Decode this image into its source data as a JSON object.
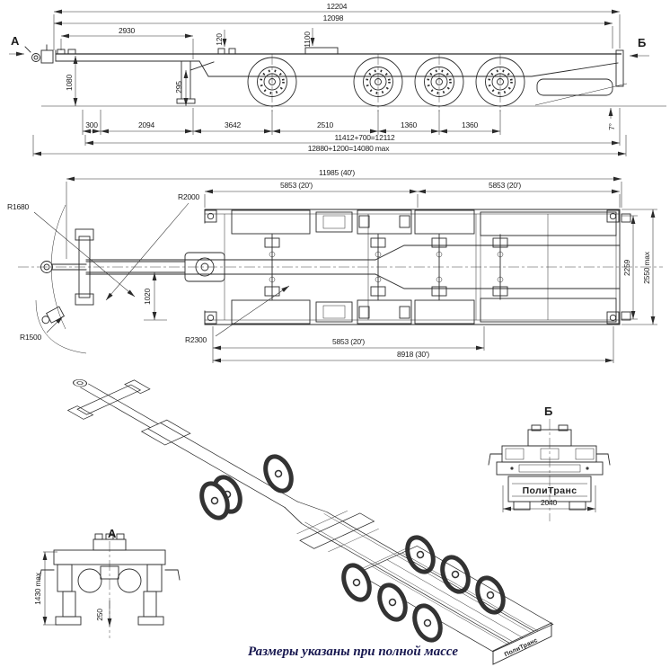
{
  "caption": "Размеры указаны при полной массе",
  "side_view": {
    "label_a": "А",
    "label_b": "Б",
    "d12204": "12204",
    "d12098": "12098",
    "d2930": "2930",
    "d120": "120",
    "d1100": "1100",
    "d1080": "1080",
    "d295": "295",
    "d300": "300",
    "d2094": "2094",
    "d3642": "3642",
    "d2510": "2510",
    "d1360a": "1360",
    "d1360b": "1360",
    "sum1": "11412+700=12112",
    "sum2": "12880+1200=14080 max",
    "angle": "7°"
  },
  "plan_view": {
    "d40": "11985 (40')",
    "d20l": "5853 (20')",
    "d20r": "5853 (20')",
    "d20b": "5853 (20')",
    "d30": "8918 (30')",
    "r1680": "R1680",
    "r2000": "R2000",
    "r1500": "R1500",
    "r2300": "R2300",
    "d1020": "1020",
    "d2259": "2259",
    "d2550": "2550 max"
  },
  "front_view": {
    "label": "А",
    "height": "1430 max",
    "clearance": "250"
  },
  "rear_view": {
    "label": "Б",
    "width": "2040",
    "brand": "ПолиТранс"
  },
  "iso_view": {
    "brand": "ПолиТранс"
  }
}
